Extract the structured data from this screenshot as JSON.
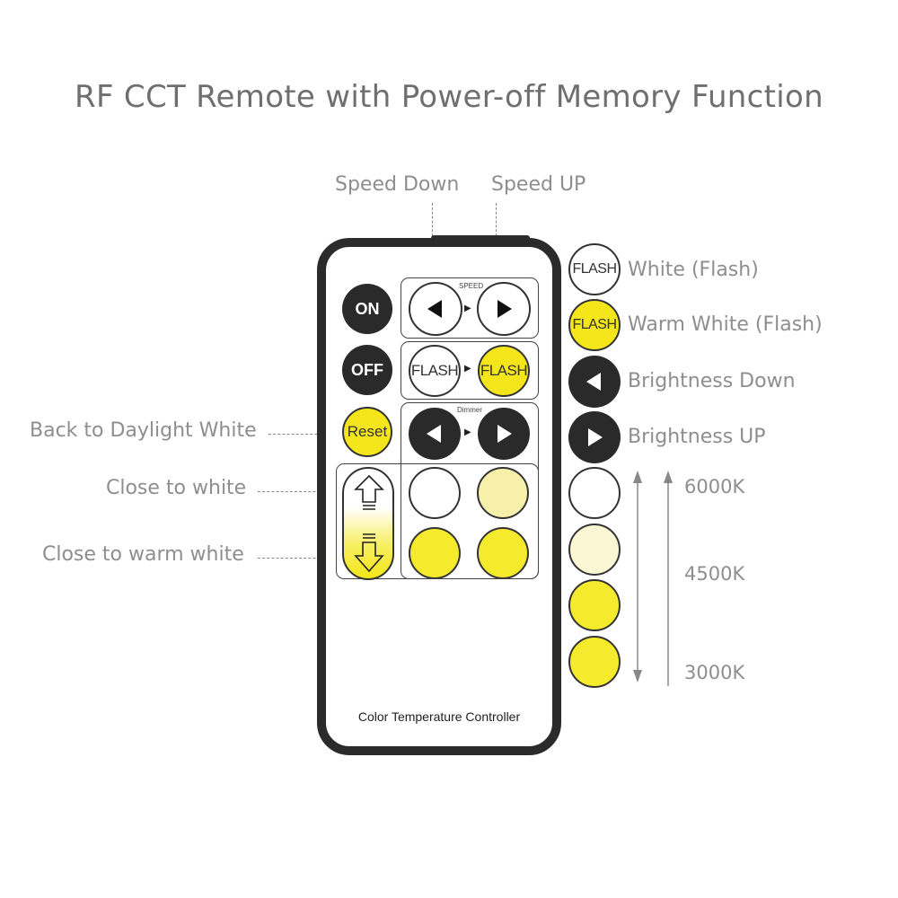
{
  "title": "RF CCT Remote with Power-off Memory Function",
  "top_labels": {
    "speed_down": "Speed Down",
    "speed_up": "Speed UP"
  },
  "left_labels": {
    "reset": "Back to Daylight White",
    "close_white": "Close to white",
    "close_warm": "Close to warm white"
  },
  "remote": {
    "on_label": "ON",
    "off_label": "OFF",
    "reset_label": "Reset",
    "speed_caption": "SPEED",
    "dimmer_caption": "Dimmer",
    "flash_label": "FLASH",
    "footer": "Color Temperature Controller"
  },
  "legend": [
    {
      "icon": "FLASH",
      "text": "White (Flash)"
    },
    {
      "icon": "FLASH",
      "text": "Warm White (Flash)"
    },
    {
      "text": "Brightness Down"
    },
    {
      "text": "Brightness UP"
    }
  ],
  "kelvin": {
    "high": "6000K",
    "mid": "4500K",
    "low": "3000K"
  },
  "colors": {
    "yellow": "#f4e61a",
    "remote_body": "#2b2b2b",
    "label_gray": "#8e8e8e"
  }
}
